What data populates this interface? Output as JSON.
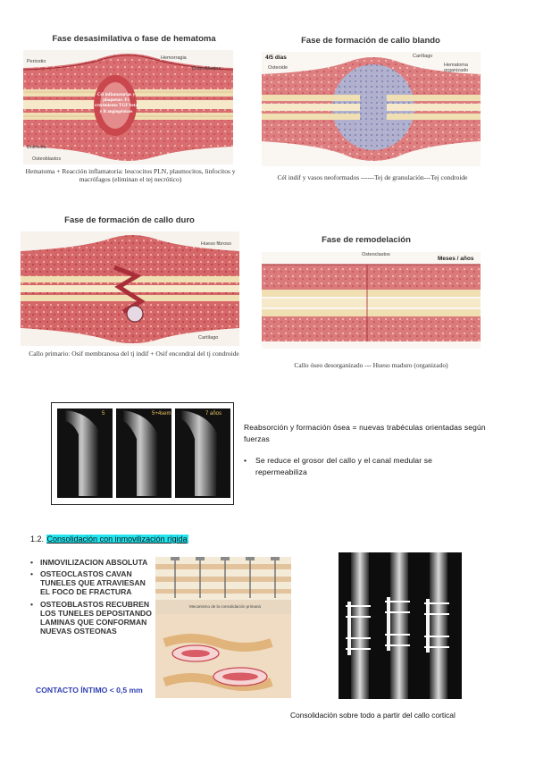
{
  "figures": {
    "hematoma": {
      "title": "Fase desasimilativa o fase de hematoma",
      "labels": [
        "Periostio",
        "Hemorragia",
        "Osteoblastos",
        "Eritrocito",
        "Osteoblastos"
      ],
      "center_note": "Cél inflamatorias y plaquetas: Fc crecimiento TGF beta y B angiogénicos",
      "caption": "Hematoma + Reacción inflamatoria: leucocitos PLN, plasmocitos, linfocitos y macrófagos (eliminan el tej necrótico)"
    },
    "callo_blando": {
      "title": "Fase de formación de callo blando",
      "tag": "4/5 días",
      "labels": [
        "Osteoide",
        "Cartílago",
        "Hematoma organizado"
      ],
      "caption": "Cél indif y vasos neoformados ------Tej de granulación---Tej condroide"
    },
    "callo_duro": {
      "title": "Fase de formación de callo duro",
      "labels": [
        "Hueso fibroso",
        "Cartílago"
      ],
      "caption": "Callo primario: Osif membranosa del tj indif + Osif encondral del tj condroide"
    },
    "remodelacion": {
      "title": "Fase de remodelación",
      "tag": "Meses / años",
      "labels": [
        "Osteoclastos"
      ],
      "caption": "Callo óseo desorganizado --- Hueso maduro (organizado)"
    }
  },
  "xray": {
    "labels": [
      "5",
      "5+4sem",
      "7 años"
    ],
    "text1": "Reabsorción y formación ósea = nuevas trabéculas orientadas según fuerzas",
    "bullet": "Se reduce el grosor del callo y el canal medular se repermeabiliza"
  },
  "section": {
    "number": "1.2.",
    "title": "Consolidación con inmovilización rígida"
  },
  "bullets": [
    "INMOVILIZACION ABSOLUTA",
    "OSTEOCLASTOS CAVAN TUNELES QUE ATRAVIESAN EL FOCO DE FRACTURA",
    "OSTEOBLASTOS RECUBREN LOS TUNELES DEPOSITANDO LAMINAS QUE CONFORMAN NUEVAS OSTEONAS"
  ],
  "contacto": "CONTACTO ÍNTIMO < 0,5 mm",
  "diagram_heading": "Mecanismo de la consolidación primaria",
  "final_caption": "Consolidación sobre todo a partir del callo cortical",
  "colors": {
    "bone": "#f1dfb4",
    "bone_line": "#c8a878",
    "tissue": "#d66a6f",
    "tissue_dark": "#b8343f",
    "cartilage": "#9fb2d8",
    "highlight": "#22e5f0",
    "contact_blue": "#2f3fb3"
  }
}
